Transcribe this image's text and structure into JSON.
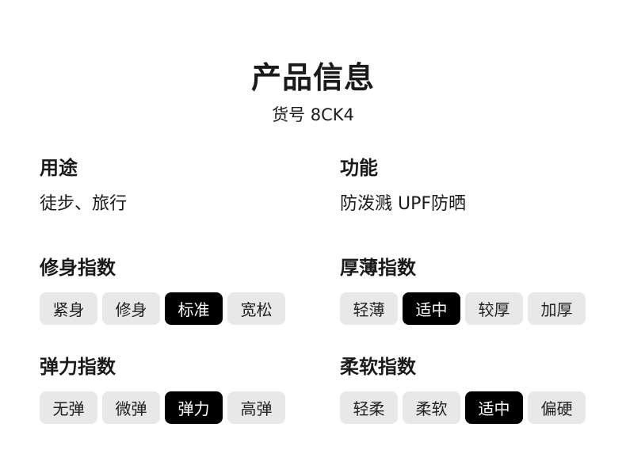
{
  "header": {
    "title": "产品信息",
    "subtitle": "货号 8CK4"
  },
  "sections": {
    "usage": {
      "label": "用途",
      "value": "徒步、旅行"
    },
    "function": {
      "label": "功能",
      "value": "防泼溅 UPF防晒"
    },
    "fit": {
      "label": "修身指数",
      "options": [
        {
          "label": "紧身",
          "selected": false
        },
        {
          "label": "修身",
          "selected": false
        },
        {
          "label": "标准",
          "selected": true
        },
        {
          "label": "宽松",
          "selected": false
        }
      ]
    },
    "thickness": {
      "label": "厚薄指数",
      "options": [
        {
          "label": "轻薄",
          "selected": false
        },
        {
          "label": "适中",
          "selected": true
        },
        {
          "label": "较厚",
          "selected": false
        },
        {
          "label": "加厚",
          "selected": false
        }
      ]
    },
    "elasticity": {
      "label": "弹力指数",
      "options": [
        {
          "label": "无弹",
          "selected": false
        },
        {
          "label": "微弹",
          "selected": false
        },
        {
          "label": "弹力",
          "selected": true
        },
        {
          "label": "高弹",
          "selected": false
        }
      ]
    },
    "softness": {
      "label": "柔软指数",
      "options": [
        {
          "label": "轻柔",
          "selected": false
        },
        {
          "label": "柔软",
          "selected": false
        },
        {
          "label": "适中",
          "selected": true
        },
        {
          "label": "偏硬",
          "selected": false
        }
      ]
    }
  },
  "colors": {
    "text": "#1a1a1a",
    "page_bg": "#ffffff",
    "pill_bg": "#e8e8e8",
    "pill_text": "#222222",
    "pill_selected_bg": "#000000",
    "pill_selected_text": "#ffffff"
  }
}
